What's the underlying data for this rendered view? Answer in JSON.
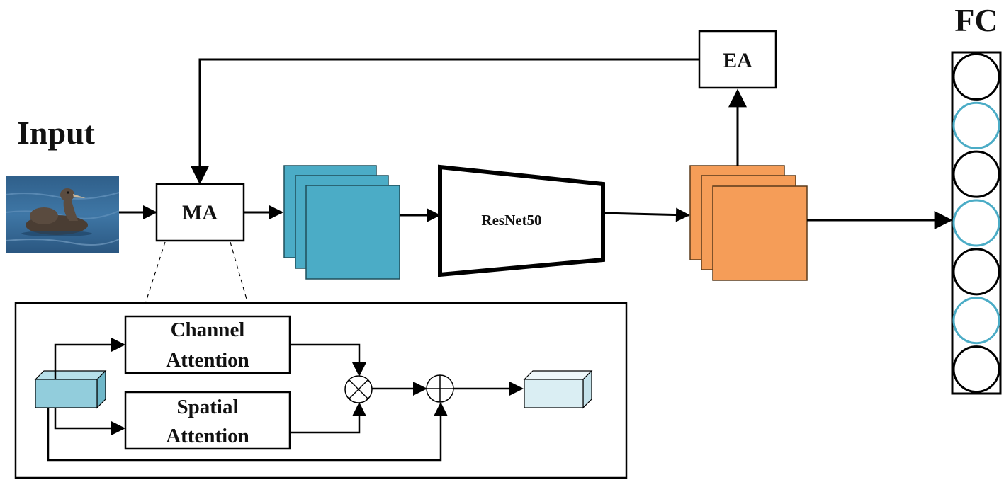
{
  "labels": {
    "input": "Input",
    "ma": "MA",
    "resnet": "ResNet50",
    "ea": "EA",
    "fc": "FC",
    "channel_attention_line1": "Channel",
    "channel_attention_line2": "Attention",
    "spatial_attention_line1": "Spatial",
    "spatial_attention_line2": "Attention"
  },
  "icons": {
    "multiply": "multiply-operator-icon",
    "add": "add-operator-icon",
    "input_image": "bird-photo"
  },
  "colors": {
    "feature_teal": "#4bacc6",
    "feature_orange": "#f59d58",
    "cube_input": "#92cddc",
    "cube_output": "#daeef3",
    "fc_black": "#000000",
    "fc_teal": "#4bacc6",
    "line": "#000000"
  },
  "fc_nodes": [
    "black",
    "teal",
    "black",
    "teal",
    "black",
    "teal",
    "black"
  ]
}
